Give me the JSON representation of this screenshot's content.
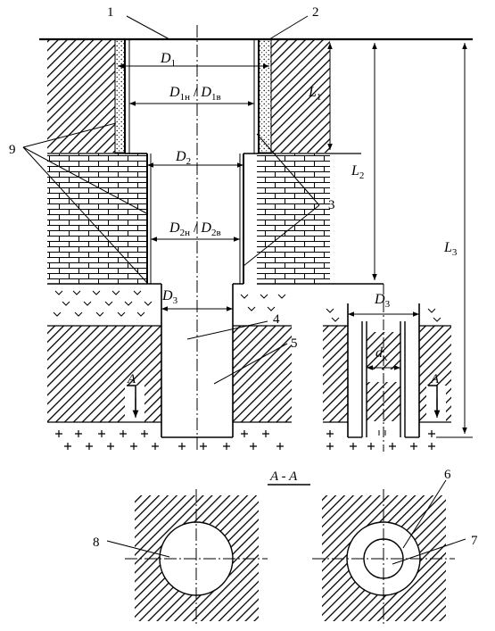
{
  "labels": {
    "n1": "1",
    "n2": "2",
    "n3": "3",
    "n4": "4",
    "n5": "5",
    "n6": "6",
    "n7": "7",
    "n8": "8",
    "n9": "9"
  },
  "dims": {
    "D1": "D",
    "D1_sub": "1",
    "D1n": "D",
    "D1n_sub": "1н",
    "slash1": "/",
    "D1v": "D",
    "D1v_sub": "1в",
    "D2": "D",
    "D2_sub": "2",
    "D2n": "D",
    "D2n_sub": "2н",
    "slash2": "/",
    "D2v": "D",
    "D2v_sub": "2в",
    "D3": "D",
    "D3_sub": "3",
    "D3b": "D",
    "D3b_sub": "3",
    "dk": "d",
    "dk_sub": "к",
    "L1": "L",
    "L1_sub": "1",
    "L2": "L",
    "L2_sub": "2",
    "L3": "L",
    "L3_sub": "3"
  },
  "section": {
    "mark_left": "A",
    "mark_right": "A",
    "title": "A - A"
  },
  "colors": {
    "line": "#000000",
    "background": "#ffffff"
  }
}
